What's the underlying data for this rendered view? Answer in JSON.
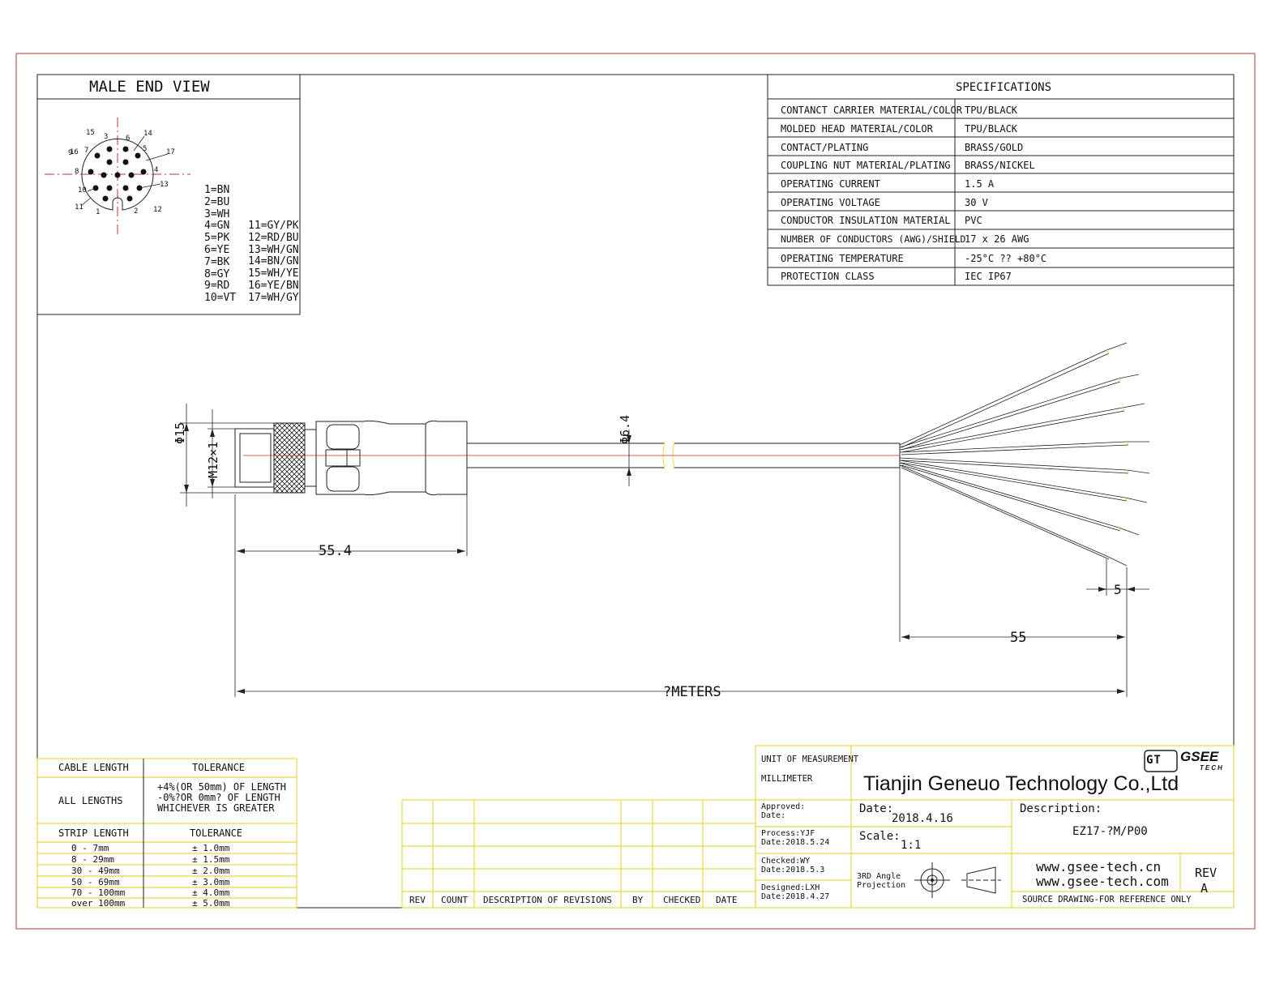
{
  "male_end_view": {
    "title": "MALE END VIEW",
    "pin_numbers": [
      "1",
      "2",
      "3",
      "4",
      "5",
      "6",
      "7",
      "8",
      "9",
      "10",
      "11",
      "12",
      "13",
      "14",
      "15",
      "16",
      "17"
    ],
    "legend_left": [
      "1=BN",
      "2=BU",
      "3=WH",
      "4=GN",
      "5=PK",
      "6=YE",
      "7=BK",
      "8=GY",
      "9=RD",
      "10=VT"
    ],
    "legend_right": [
      "11=GY/PK",
      "12=RD/BU",
      "13=WH/GN",
      "14=BN/GN",
      "15=WH/YE",
      "16=YE/BN",
      "17=WH/GY"
    ]
  },
  "specifications": {
    "title": "SPECIFICATIONS",
    "rows": [
      {
        "label": "CONTANCT CARRIER MATERIAL/COLOR",
        "value": "TPU/BLACK"
      },
      {
        "label": "MOLDED HEAD MATERIAL/COLOR",
        "value": "TPU/BLACK"
      },
      {
        "label": "CONTACT/PLATING",
        "value": "BRASS/GOLD"
      },
      {
        "label": "COUPLING NUT MATERIAL/PLATING",
        "value": "BRASS/NICKEL"
      },
      {
        "label": "OPERATING CURRENT",
        "value": "1.5 A"
      },
      {
        "label": "OPERATING VOLTAGE",
        "value": "30 V"
      },
      {
        "label": "CONDUCTOR INSULATION MATERIAL",
        "value": "PVC"
      },
      {
        "label": "NUMBER OF CONDUCTORS (AWG)/SHIELD",
        "value": "17 x 26 AWG"
      },
      {
        "label": "OPERATING TEMPERATURE",
        "value": "-25°C ?? +80°C"
      },
      {
        "label": "PROTECTION CLASS",
        "value": "IEC  IP67"
      }
    ]
  },
  "dimensions": {
    "outer_diameter": "Φ15",
    "thread": "M12×1",
    "cable_diameter": "Φ6.4",
    "head_length": "55.4",
    "strip_length": "5",
    "fanout_length": "55",
    "total_length": "?METERS"
  },
  "tolerance_table": {
    "cable_length_header": "CABLE LENGTH",
    "tolerance_header": "TOLERANCE",
    "all_lengths_label": "ALL LENGTHS",
    "all_lengths_tolerance": [
      "+4%(OR 50mm) OF LENGTH",
      "-0%?OR 0mm? OF LENGTH",
      "WHICHEVER  IS  GREATER"
    ],
    "strip_length_header": "STRIP LENGTH",
    "strip_tolerance_header": "TOLERANCE",
    "strip_rows": [
      {
        "range": "0 - 7mm",
        "tol": "± 1.0mm"
      },
      {
        "range": "8 - 29mm",
        "tol": "± 1.5mm"
      },
      {
        "range": "30 - 49mm",
        "tol": "± 2.0mm"
      },
      {
        "range": "50 - 69mm",
        "tol": "± 3.0mm"
      },
      {
        "range": "70 - 100mm",
        "tol": "± 4.0mm"
      },
      {
        "range": "over 100mm",
        "tol": "± 5.0mm"
      }
    ]
  },
  "revision_table": {
    "headers": [
      "REV",
      "COUNT",
      "DESCRIPTION  OF  REVISIONS",
      "BY",
      "CHECKED",
      "DATE"
    ]
  },
  "title_block": {
    "unit_label": "UNIT OF MEASUREMENT",
    "unit_value": "MILLIMETER",
    "company": "Tianjin Geneuo Technology Co.,Ltd",
    "logo_text": "GSEE",
    "logo_sub": "TECH",
    "logo_mark": "GT",
    "approved": "Approved:",
    "approved_date": "Date:",
    "process": "Process:YJF",
    "process_date": "Date:2018.5.24",
    "checked": "Checked:WY",
    "checked_date": "Date:2018.5.3",
    "designed": "Designed:LXH",
    "designed_date": "Date:2018.4.27",
    "date_label": "Date:",
    "date_value": "2018.4.16",
    "scale_label": "Scale:",
    "scale_value": "1:1",
    "projection": [
      "3RD Angle",
      "Projection"
    ],
    "description_label": "Description:",
    "description_value": "EZ17-?M/P00",
    "website1": "www.gsee-tech.cn",
    "website2": "www.gsee-tech.com",
    "rev_label": "REV",
    "rev_value": "A",
    "note": "SOURCE DRAWING-FOR REFERENCE ONLY"
  },
  "colors": {
    "border_red": "#b23a3a",
    "title_yellow": "#e8d84a",
    "axis_red": "#c03030"
  }
}
